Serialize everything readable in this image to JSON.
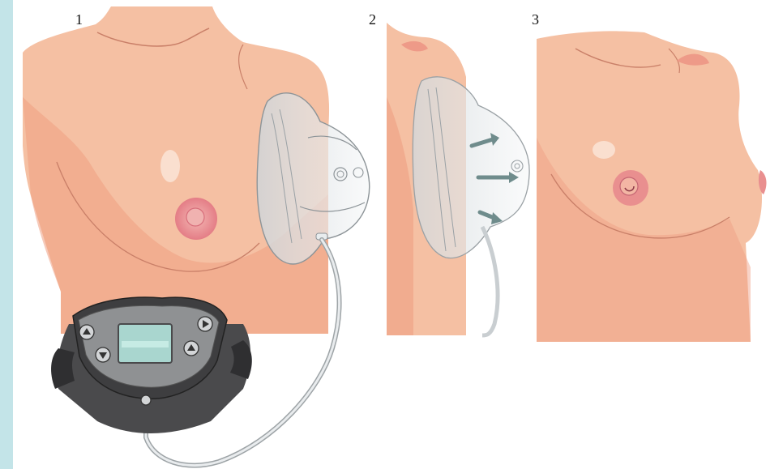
{
  "figure": {
    "steps": [
      {
        "label": "1"
      },
      {
        "label": "2"
      },
      {
        "label": "3"
      }
    ]
  },
  "colors": {
    "skin": "#f5c0a3",
    "skin_shade": "#ee9f82",
    "areola": "#e98f8f",
    "nipple": "#f0b2b0",
    "device_body": "#3e3e40",
    "device_panel": "#8f9193",
    "screen": "#a9d6cf",
    "arrow": "#6f8c8c",
    "dome": "#d9dee1",
    "stripe": "#c3e4e8"
  }
}
